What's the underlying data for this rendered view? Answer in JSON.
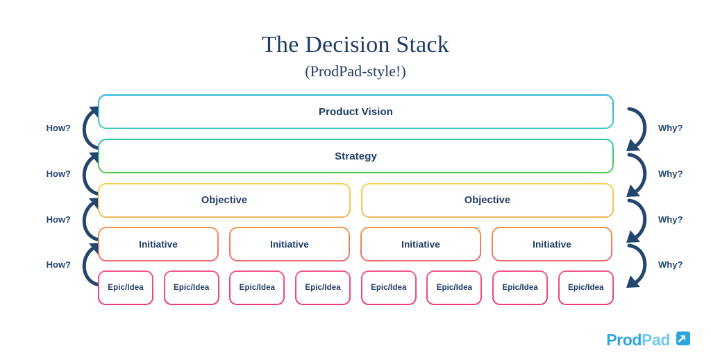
{
  "title": {
    "main": "The Decision Stack",
    "sub": "(ProdPad-style!)"
  },
  "colors": {
    "text_navy": "#1f3b63",
    "arrow_navy": "#24456e",
    "vision_border": "#35bcd3",
    "strategy_border": "#40c770",
    "objective_border": "#f6c84f",
    "initiative_border": "#f2805c",
    "epic_border": "#ee4a82",
    "logo_prod": "#2ba6dd",
    "logo_pad": "#73c7ec"
  },
  "stack": {
    "levels": [
      {
        "id": "vision",
        "label": "Product Vision",
        "nodes": [
          "Product Vision"
        ]
      },
      {
        "id": "strategy",
        "label": "Strategy",
        "nodes": [
          "Strategy"
        ]
      },
      {
        "id": "objective",
        "label": "Objective",
        "nodes": [
          "Objective",
          "Objective"
        ]
      },
      {
        "id": "initiative",
        "label": "Initiative",
        "nodes": [
          "Initiative",
          "Initiative",
          "Initiative",
          "Initiative"
        ]
      },
      {
        "id": "epic",
        "label": "Epic/Idea",
        "nodes": [
          "Epic/Idea",
          "Epic/Idea",
          "Epic/Idea",
          "Epic/Idea",
          "Epic/Idea",
          "Epic/Idea",
          "Epic/Idea",
          "Epic/Idea"
        ]
      }
    ]
  },
  "arrows": {
    "left": {
      "label": "How?",
      "items": [
        {
          "label": "How?"
        },
        {
          "label": "How?"
        },
        {
          "label": "How?"
        },
        {
          "label": "How?"
        }
      ]
    },
    "right": {
      "label": "Why?",
      "items": [
        {
          "label": "Why?"
        },
        {
          "label": "Why?"
        },
        {
          "label": "Why?"
        },
        {
          "label": "Why?"
        }
      ]
    }
  },
  "logo": {
    "prod": "Prod",
    "pad": "Pad",
    "mark": "prodpad-arrow-mark"
  }
}
